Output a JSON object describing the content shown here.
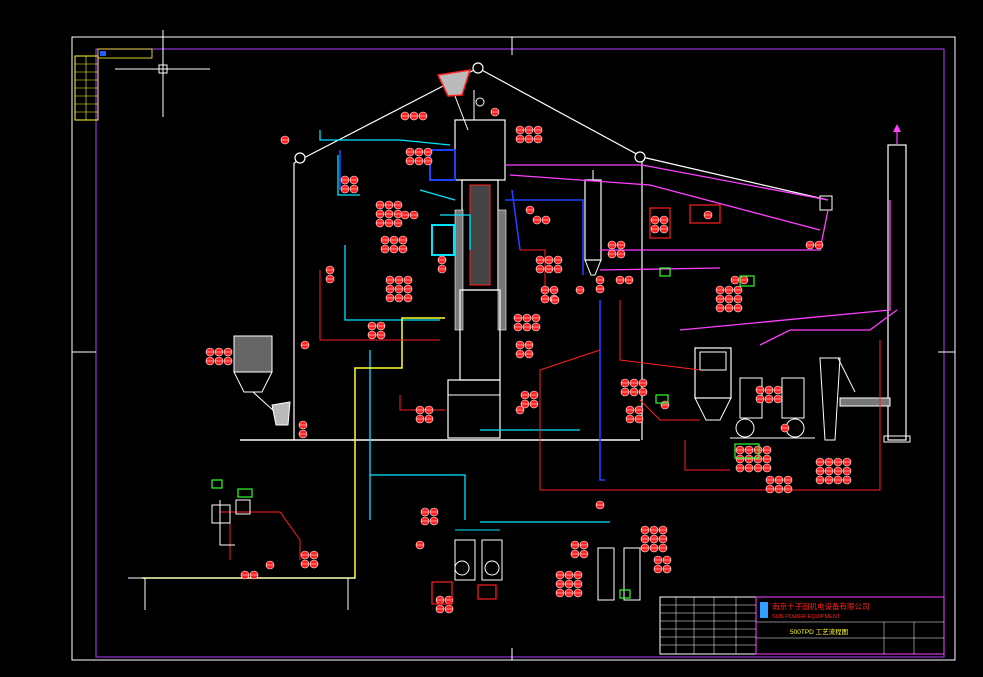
{
  "title_block": {
    "company_cn": "南京十子固机电设备有限公司",
    "company_en": "SUN POWER EQUIPMENT",
    "drawing_title": "500TPD 工艺流程图"
  },
  "colors": {
    "background": "#000000",
    "frame": "#ffffff",
    "inner_frame": "#b040ff",
    "instrument": "#ff2020",
    "air_line": "#00e5ff",
    "gas_line": "#ff40ff",
    "fuel_line": "#ffff30",
    "water_line": "#2040ff",
    "equipment": "#ffffff",
    "tag_fill": "#ff2020",
    "accent_green": "#30ff30"
  },
  "icons": {
    "crosshair": "ucs-crosshair-icon",
    "valve": "valve-icon",
    "pump": "pump-icon",
    "fan": "fan-icon"
  }
}
